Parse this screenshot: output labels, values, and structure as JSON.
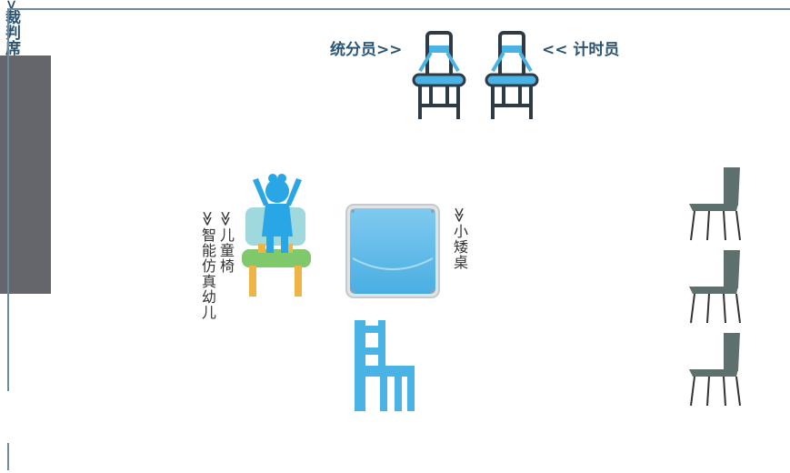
{
  "labels": {
    "scorer": "统分员>>",
    "timer": "<< 计时员",
    "child_chair": "≫儿童椅",
    "sim_child": "≫智能仿真幼儿",
    "small_table": "≫小矮桌",
    "judge": ">裁判席"
  },
  "colors": {
    "frame": "#6d8ba0",
    "label_blue": "#2b5374",
    "chair_blue": "#4ab3e6",
    "chair_dark": "#2f3b44",
    "judge_table": "#64666b",
    "judge_chair": "#5e706e"
  }
}
